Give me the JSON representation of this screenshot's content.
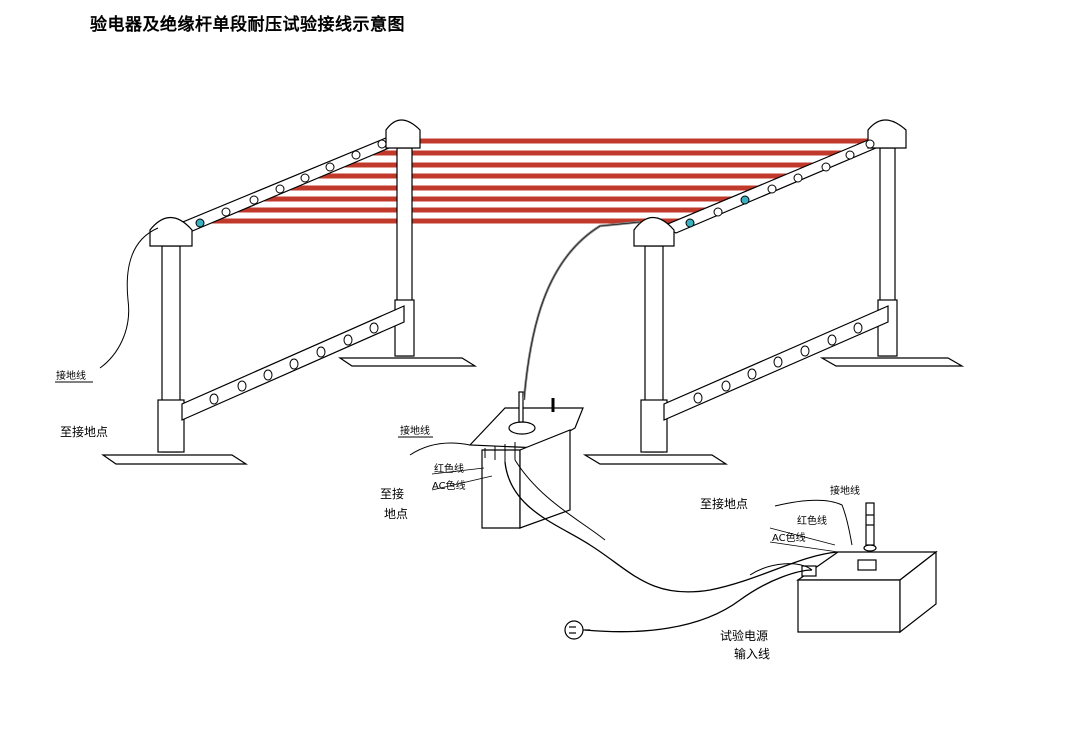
{
  "title": "验电器及绝缘杆单段耐压试验接线示意图",
  "labels": {
    "ground_wire": "接地线",
    "to_ground": "至接地点",
    "to_ground_line1": "至接",
    "to_ground_line2": "地点",
    "red_wire": "红色线",
    "ac_wire": "AC色线",
    "input_line1": "试验电源",
    "input_line2": "输入线"
  },
  "colors": {
    "conductor": "#c0392b",
    "outline": "#000000",
    "insulator_tip": "#3ab0c0"
  }
}
